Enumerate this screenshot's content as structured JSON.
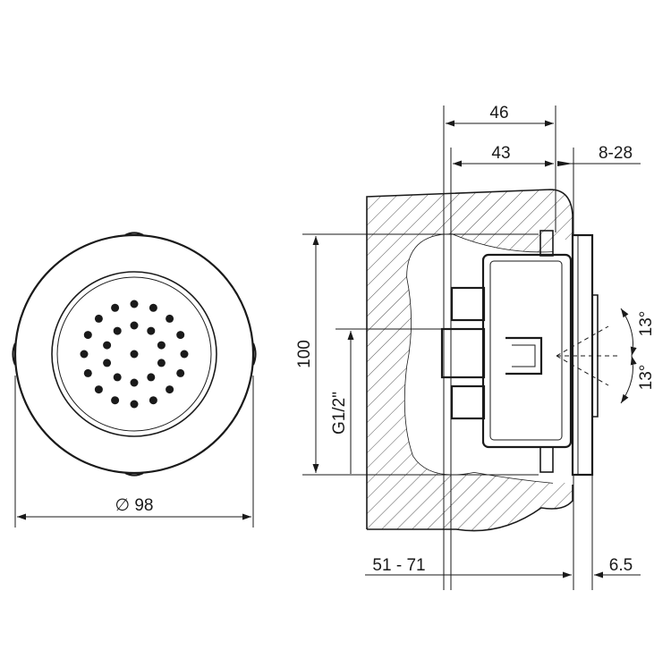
{
  "front_view": {
    "diameter_label": "∅ 98",
    "nozzle_rings": [
      {
        "count": 16,
        "offset_deg": 0
      },
      {
        "count": 10,
        "offset_deg": 18
      },
      {
        "count": 1,
        "offset_deg": 0
      }
    ]
  },
  "side_view": {
    "dims": {
      "top_outer": "46",
      "top_inner": "43",
      "right_depth": "8-28",
      "height": "100",
      "thread": "G1/2\"",
      "wall_range": "51 - 71",
      "plate": "6.5"
    },
    "angles": {
      "upper": "13°",
      "lower": "13°"
    }
  },
  "colors": {
    "line": "#1a1a1a",
    "hatch": "#555555",
    "background": "#ffffff"
  }
}
